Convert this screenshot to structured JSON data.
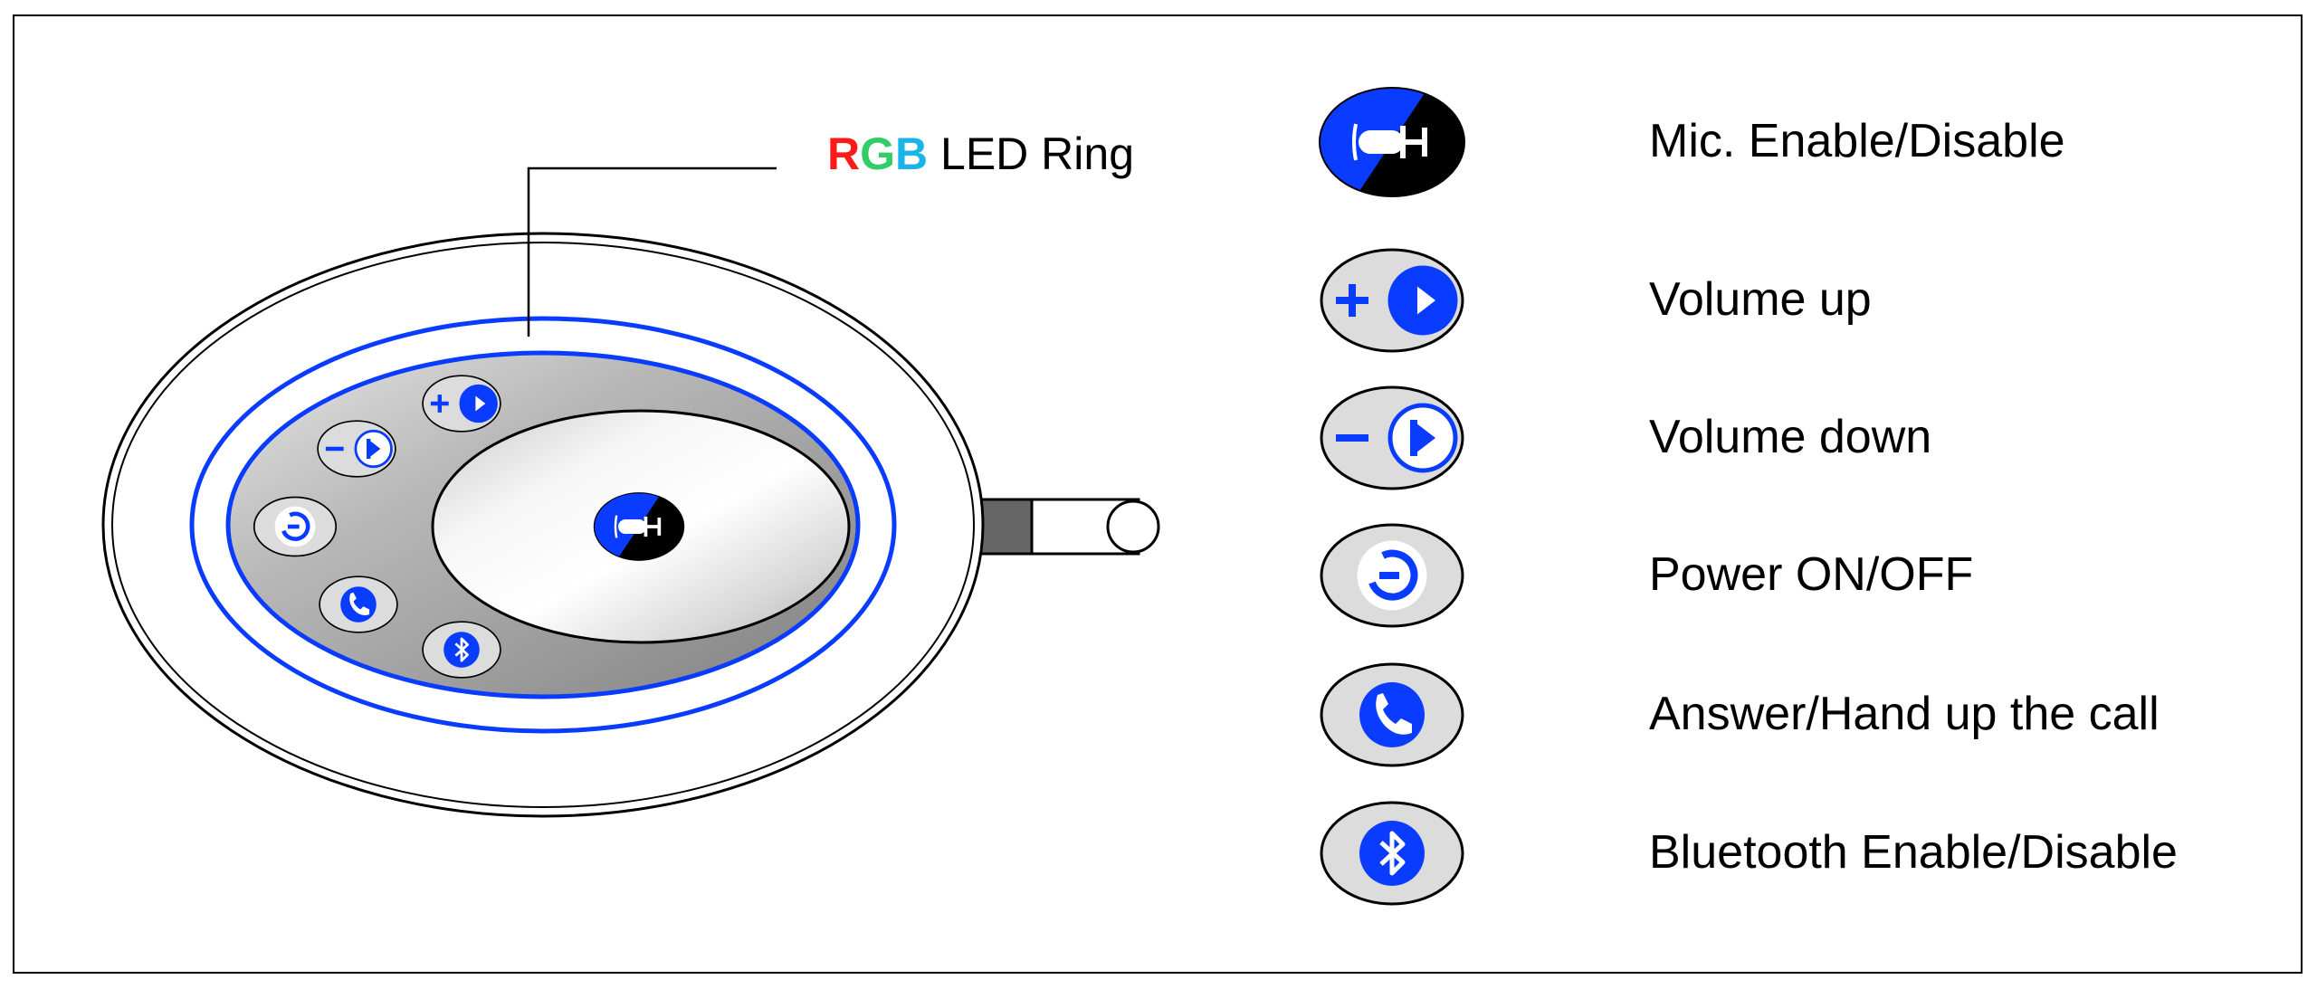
{
  "colors": {
    "accent_blue": "#0a3cff",
    "black": "#000000",
    "button_grey": "#dcdcdc",
    "led_red": "#ff1a1a",
    "led_green": "#33cc66",
    "led_blue": "#19b4e8"
  },
  "led_ring_label": {
    "r": "R",
    "g": "G",
    "b": "B",
    "rest": " LED Ring"
  },
  "legend": [
    {
      "icon": "mic-icon",
      "label": "Mic. Enable/Disable"
    },
    {
      "icon": "volume-up-icon",
      "label": "Volume up"
    },
    {
      "icon": "volume-down-icon",
      "label": "Volume down"
    },
    {
      "icon": "power-icon",
      "label": "Power ON/OFF"
    },
    {
      "icon": "phone-icon",
      "label": "Answer/Hand up the call"
    },
    {
      "icon": "bluetooth-icon",
      "label": "Bluetooth Enable/Disable"
    }
  ]
}
